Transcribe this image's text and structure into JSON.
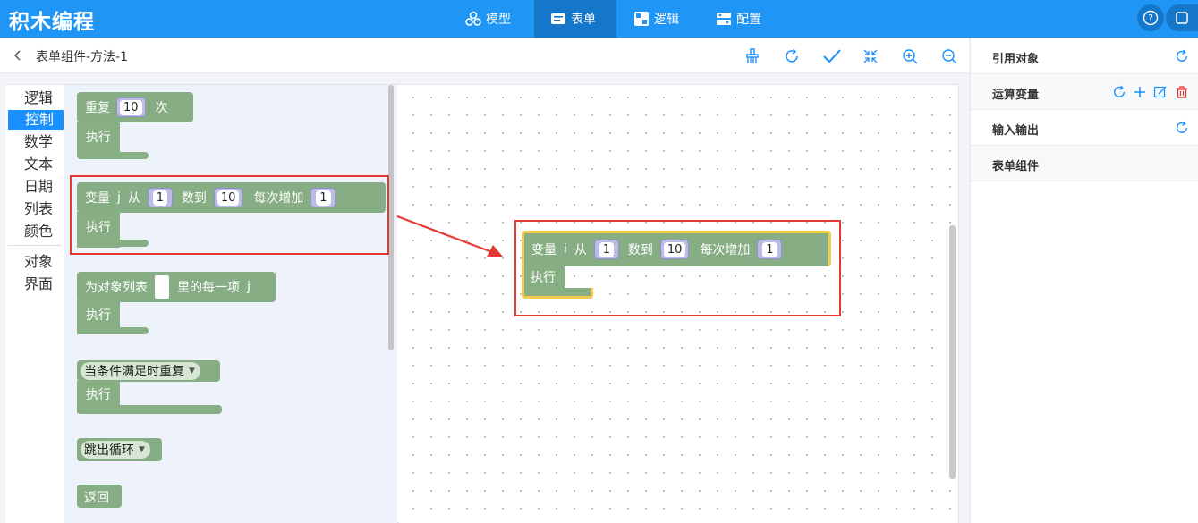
{
  "app": {
    "title": "积木编程"
  },
  "nav": {
    "tabs": [
      {
        "label": "模型",
        "icon": "model-icon"
      },
      {
        "label": "表单",
        "icon": "form-icon",
        "active": true
      },
      {
        "label": "逻辑",
        "icon": "logic-icon"
      },
      {
        "label": "配置",
        "icon": "config-icon"
      }
    ]
  },
  "header": {
    "breadcrumb": "表单组件-方法-1"
  },
  "toolbar": {
    "icons": [
      "clean-icon",
      "refresh-icon",
      "check-icon",
      "collapse-icon",
      "zoom-in-icon",
      "zoom-out-icon"
    ]
  },
  "toolbox": {
    "categories": [
      "逻辑",
      "控制",
      "数学",
      "文本",
      "日期",
      "列表",
      "颜色",
      "对象",
      "界面"
    ],
    "active": "控制"
  },
  "flyout": {
    "repeat": {
      "label": "重复",
      "count": "10",
      "suffix": "次",
      "do": "执行"
    },
    "for_loop": {
      "var_label": "变量",
      "var": "j",
      "from_label": "从",
      "from": "1",
      "to_label": "数到",
      "to": "10",
      "step_label": "每次增加",
      "step": "1",
      "do": "执行"
    },
    "for_each": {
      "label": "为对象列表",
      "middle": "里的每一项",
      "var": "j",
      "do": "执行"
    },
    "while": {
      "mode": "当条件满足时重复",
      "do": "执行"
    },
    "break": {
      "mode": "跳出循环"
    },
    "return": {
      "label": "返回"
    }
  },
  "canvas": {
    "placed": {
      "var_label": "变量",
      "var": "i",
      "from_label": "从",
      "from": "1",
      "to_label": "数到",
      "to": "10",
      "step_label": "每次增加",
      "step": "1",
      "do": "执行"
    }
  },
  "right_panel": {
    "sections": [
      {
        "label": "引用对象"
      },
      {
        "label": "运算变量"
      },
      {
        "label": "输入输出"
      },
      {
        "label": "表单组件"
      }
    ]
  },
  "colors": {
    "primary": "#1f95f5",
    "block": "#88ae84",
    "highlight": "#e53935",
    "selected": "#f6c94b"
  }
}
